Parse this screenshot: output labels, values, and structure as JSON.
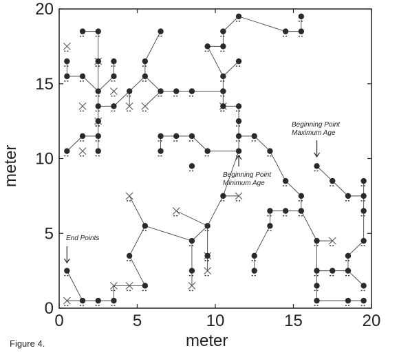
{
  "caption": "Figure 4.",
  "chart_data": {
    "type": "scatter",
    "xlabel": "meter",
    "ylabel": "meter",
    "xlim": [
      0,
      20
    ],
    "ylim": [
      0,
      20
    ],
    "x_ticks": [
      "0",
      "5",
      "10",
      "15",
      "20"
    ],
    "y_ticks": [
      "0",
      "5",
      "10",
      "15",
      "20"
    ],
    "points": [
      [
        1.5,
        18.5
      ],
      [
        2.5,
        18.5
      ],
      [
        0.5,
        16.5
      ],
      [
        2.5,
        16.5
      ],
      [
        3.5,
        16.5
      ],
      [
        0.5,
        15.5
      ],
      [
        1.5,
        15.5
      ],
      [
        2.5,
        14.5
      ],
      [
        3.5,
        15.5
      ],
      [
        4.5,
        14.5
      ],
      [
        5.5,
        15.5
      ],
      [
        6.5,
        18.5
      ],
      [
        5.5,
        16.5
      ],
      [
        6.5,
        14.5
      ],
      [
        7.5,
        14.5
      ],
      [
        8.5,
        14.5
      ],
      [
        2.5,
        13.5
      ],
      [
        3.5,
        13.5
      ],
      [
        2.5,
        12.5
      ],
      [
        2.5,
        11.5
      ],
      [
        1.5,
        11.5
      ],
      [
        0.5,
        10.5
      ],
      [
        2.5,
        10.5
      ],
      [
        6.5,
        11.5
      ],
      [
        6.5,
        10.5
      ],
      [
        7.5,
        11.5
      ],
      [
        8.5,
        11.5
      ],
      [
        9.5,
        10.5
      ],
      [
        8.5,
        9.5
      ],
      [
        10.5,
        17.5
      ],
      [
        10.5,
        18.5
      ],
      [
        11.5,
        19.5
      ],
      [
        14.5,
        18.5
      ],
      [
        15.5,
        18.5
      ],
      [
        15.5,
        19.5
      ],
      [
        9.5,
        17.5
      ],
      [
        11.5,
        16.5
      ],
      [
        10.5,
        15.5
      ],
      [
        10.5,
        14.5
      ],
      [
        10.5,
        13.5
      ],
      [
        11.5,
        13.5
      ],
      [
        11.5,
        12.5
      ],
      [
        11.5,
        11.5
      ],
      [
        11.5,
        10.5
      ],
      [
        12.5,
        11.5
      ],
      [
        13.5,
        10.5
      ],
      [
        14.5,
        8.5
      ],
      [
        15.5,
        7.5
      ],
      [
        15.5,
        6.5
      ],
      [
        14.5,
        6.5
      ],
      [
        13.5,
        6.5
      ],
      [
        13.5,
        5.5
      ],
      [
        12.5,
        3.5
      ],
      [
        12.5,
        2.5
      ],
      [
        16.5,
        9.5
      ],
      [
        17.5,
        8.5
      ],
      [
        18.5,
        7.5
      ],
      [
        19.5,
        7.5
      ],
      [
        19.5,
        8.5
      ],
      [
        19.5,
        6.5
      ],
      [
        19.5,
        4.5
      ],
      [
        18.5,
        3.5
      ],
      [
        16.5,
        4.5
      ],
      [
        16.5,
        2.5
      ],
      [
        17.5,
        2.5
      ],
      [
        18.5,
        2.5
      ],
      [
        16.5,
        1.5
      ],
      [
        19.5,
        1.5
      ],
      [
        16.5,
        0.5
      ],
      [
        18.5,
        0.5
      ],
      [
        19.5,
        0.5
      ],
      [
        10.5,
        7.5
      ],
      [
        9.5,
        5.5
      ],
      [
        8.5,
        4.5
      ],
      [
        9.5,
        3.5
      ],
      [
        8.5,
        2.5
      ],
      [
        5.5,
        5.5
      ],
      [
        4.5,
        3.5
      ],
      [
        5.5,
        1.5
      ],
      [
        3.5,
        0.5
      ],
      [
        2.5,
        0.5
      ],
      [
        1.5,
        0.5
      ],
      [
        0.5,
        2.5
      ]
    ],
    "crosses": [
      [
        0.5,
        17.5
      ],
      [
        2.5,
        16.5
      ],
      [
        3.5,
        14.5
      ],
      [
        1.5,
        13.5
      ],
      [
        4.5,
        13.5
      ],
      [
        5.5,
        13.5
      ],
      [
        2.5,
        12.5
      ],
      [
        1.5,
        10.5
      ],
      [
        10.5,
        13.5
      ],
      [
        11.5,
        7.5
      ],
      [
        4.5,
        7.5
      ],
      [
        7.5,
        6.5
      ],
      [
        9.5,
        3.5
      ],
      [
        9.5,
        2.5
      ],
      [
        8.5,
        1.5
      ],
      [
        3.5,
        1.5
      ],
      [
        4.5,
        1.5
      ],
      [
        0.5,
        0.5
      ],
      [
        17.5,
        4.5
      ]
    ],
    "paths": [
      [
        [
          1.5,
          18.5
        ],
        [
          2.5,
          18.5
        ],
        [
          2.5,
          16.5
        ],
        [
          2.5,
          14.5
        ],
        [
          3.5,
          15.5
        ],
        [
          3.5,
          16.5
        ]
      ],
      [
        [
          0.5,
          16.5
        ],
        [
          0.5,
          15.5
        ],
        [
          1.5,
          15.5
        ],
        [
          2.5,
          14.5
        ],
        [
          2.5,
          13.5
        ],
        [
          2.5,
          12.5
        ],
        [
          2.5,
          11.5
        ],
        [
          1.5,
          11.5
        ],
        [
          0.5,
          10.5
        ]
      ],
      [
        [
          2.5,
          11.5
        ],
        [
          2.5,
          10.5
        ]
      ],
      [
        [
          2.5,
          13.5
        ],
        [
          3.5,
          13.5
        ],
        [
          4.5,
          14.5
        ],
        [
          5.5,
          15.5
        ],
        [
          5.5,
          16.5
        ],
        [
          6.5,
          18.5
        ]
      ],
      [
        [
          5.5,
          15.5
        ],
        [
          6.5,
          14.5
        ],
        [
          7.5,
          14.5
        ],
        [
          8.5,
          14.5
        ]
      ],
      [
        [
          4.5,
          14.5
        ],
        [
          4.5,
          13.5
        ]
      ],
      [
        [
          6.5,
          14.5
        ],
        [
          5.5,
          13.5
        ]
      ],
      [
        [
          8.5,
          14.5
        ],
        [
          10.5,
          14.5
        ],
        [
          10.5,
          15.5
        ],
        [
          11.5,
          16.5
        ]
      ],
      [
        [
          10.5,
          15.5
        ],
        [
          9.5,
          17.5
        ],
        [
          10.5,
          17.5
        ],
        [
          10.5,
          18.5
        ],
        [
          11.5,
          19.5
        ],
        [
          14.5,
          18.5
        ],
        [
          15.5,
          18.5
        ],
        [
          15.5,
          19.5
        ]
      ],
      [
        [
          10.5,
          14.5
        ],
        [
          10.5,
          13.5
        ],
        [
          11.5,
          13.5
        ],
        [
          11.5,
          12.5
        ],
        [
          11.5,
          11.5
        ],
        [
          11.5,
          10.5
        ],
        [
          9.5,
          10.5
        ],
        [
          8.5,
          11.5
        ],
        [
          7.5,
          11.5
        ],
        [
          6.5,
          11.5
        ],
        [
          6.5,
          10.5
        ]
      ],
      [
        [
          11.5,
          11.5
        ],
        [
          12.5,
          11.5
        ],
        [
          13.5,
          10.5
        ],
        [
          14.5,
          8.5
        ],
        [
          15.5,
          7.5
        ],
        [
          15.5,
          6.5
        ],
        [
          14.5,
          6.5
        ],
        [
          13.5,
          6.5
        ],
        [
          13.5,
          5.5
        ],
        [
          12.5,
          3.5
        ],
        [
          12.5,
          2.5
        ]
      ],
      [
        [
          15.5,
          6.5
        ],
        [
          16.5,
          4.5
        ],
        [
          16.5,
          2.5
        ],
        [
          17.5,
          2.5
        ],
        [
          18.5,
          2.5
        ],
        [
          19.5,
          1.5
        ]
      ],
      [
        [
          16.5,
          4.5
        ],
        [
          17.5,
          4.5
        ]
      ],
      [
        [
          16.5,
          2.5
        ],
        [
          16.5,
          1.5
        ],
        [
          16.5,
          0.5
        ],
        [
          18.5,
          0.5
        ],
        [
          19.5,
          0.5
        ]
      ],
      [
        [
          16.5,
          9.5
        ],
        [
          17.5,
          8.5
        ],
        [
          18.5,
          7.5
        ],
        [
          19.5,
          7.5
        ],
        [
          19.5,
          6.5
        ],
        [
          19.5,
          8.5
        ]
      ],
      [
        [
          19.5,
          6.5
        ],
        [
          19.5,
          4.5
        ],
        [
          18.5,
          3.5
        ],
        [
          18.5,
          2.5
        ]
      ],
      [
        [
          11.5,
          10.5
        ],
        [
          10.5,
          7.5
        ],
        [
          9.5,
          5.5
        ],
        [
          9.5,
          3.5
        ],
        [
          9.5,
          2.5
        ]
      ],
      [
        [
          10.5,
          7.5
        ],
        [
          11.5,
          7.5
        ]
      ],
      [
        [
          9.5,
          5.5
        ],
        [
          8.5,
          4.5
        ],
        [
          8.5,
          2.5
        ],
        [
          8.5,
          1.5
        ]
      ],
      [
        [
          8.5,
          4.5
        ],
        [
          5.5,
          5.5
        ],
        [
          4.5,
          7.5
        ]
      ],
      [
        [
          9.5,
          5.5
        ],
        [
          7.5,
          6.5
        ]
      ],
      [
        [
          5.5,
          5.5
        ],
        [
          4.5,
          3.5
        ],
        [
          5.5,
          1.5
        ],
        [
          4.5,
          1.5
        ],
        [
          3.5,
          1.5
        ],
        [
          3.5,
          0.5
        ],
        [
          2.5,
          0.5
        ],
        [
          1.5,
          0.5
        ],
        [
          0.5,
          2.5
        ]
      ],
      [
        [
          0.5,
          0.5
        ],
        [
          1.5,
          0.5
        ]
      ]
    ],
    "annotations": [
      {
        "text": [
          "End Points"
        ],
        "x": 0.5,
        "y": 3
      },
      {
        "text": [
          "Beginning Point",
          "Minimum Age"
        ],
        "x": 11.5,
        "y": 9.3
      },
      {
        "text": [
          "Beginning Point",
          "Maximum Age"
        ],
        "x": 16.5,
        "y": 10.3
      }
    ]
  }
}
